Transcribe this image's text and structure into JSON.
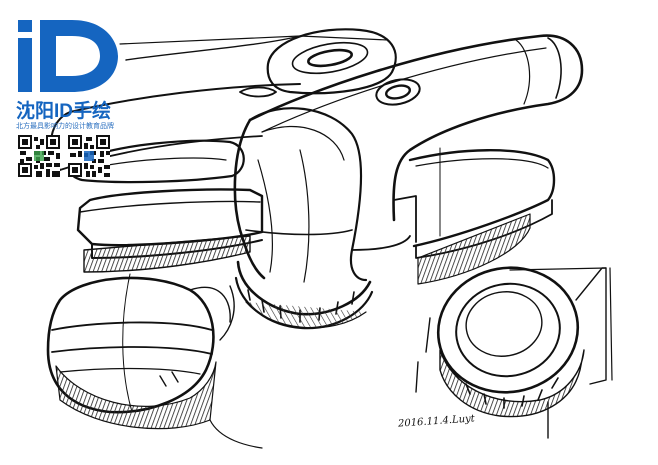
{
  "brand": {
    "title": "沈阳ID手绘",
    "subtitle": "北方最具影响力的设计教育品牌"
  },
  "signature": "2016.11.4.Luyt",
  "colors": {
    "brand_blue": "#1565c0",
    "ink": "#111111",
    "shadow_hatch": "#222222"
  },
  "icons": [
    "id-logo-icon",
    "qr-code-icon"
  ]
}
